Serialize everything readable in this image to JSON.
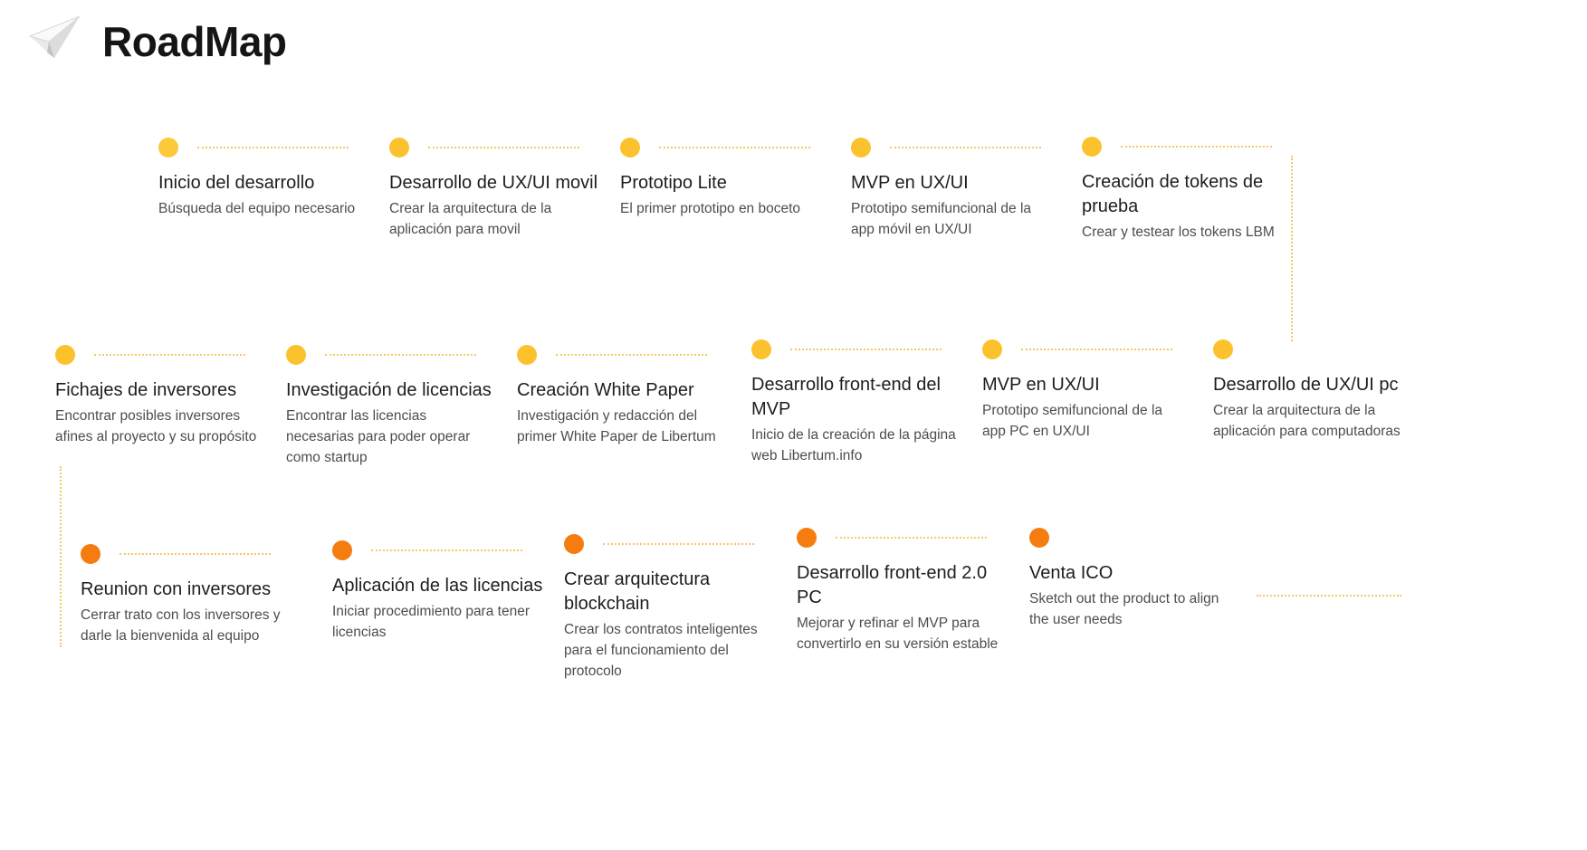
{
  "header": {
    "title": "RoadMap",
    "logo_icon": "paper-plane-icon"
  },
  "colors": {
    "yellow": "#fbc02d",
    "orange": "#f57c0f",
    "connector": "#f7c766"
  },
  "rows": [
    [
      {
        "title": "Inicio del desarrollo",
        "description": "Búsqueda del equipo necesario"
      },
      {
        "title": "Desarrollo de UX/UI movil",
        "description": "Crear la arquitectura de la aplicación para movil"
      },
      {
        "title": "Prototipo Lite",
        "description": "El primer prototipo en boceto"
      },
      {
        "title": "MVP en UX/UI",
        "description": "Prototipo semifuncional de la app móvil en UX/UI"
      },
      {
        "title": "Creación de tokens de prueba",
        "description": "Crear y testear los tokens LBM"
      }
    ],
    [
      {
        "title": "Fichajes de inversores",
        "description": "Encontrar posibles inversores afines al proyecto y su propósito"
      },
      {
        "title": "Investigación de licencias",
        "description": "Encontrar las licencias necesarias para poder operar como startup"
      },
      {
        "title": "Creación White Paper",
        "description": "Investigación y redacción del primer White Paper de Libertum"
      },
      {
        "title": "Desarrollo front-end del MVP",
        "description": "Inicio de la creación de la página web Libertum.info"
      },
      {
        "title": "MVP en UX/UI",
        "description": "Prototipo semifuncional de la app PC en UX/UI"
      },
      {
        "title": "Desarrollo de UX/UI pc",
        "description": "Crear la arquitectura de la aplicación para computadoras"
      }
    ],
    [
      {
        "title": "Reunion con inversores",
        "description": "Cerrar trato con los inversores y darle la bienvenida al equipo"
      },
      {
        "title": "Aplicación de las licencias",
        "description": "Iniciar procedimiento para tener licencias"
      },
      {
        "title": "Crear arquitectura blockchain",
        "description": "Crear los contratos inteligentes para el funcionamiento del protocolo"
      },
      {
        "title": "Desarrollo front-end 2.0 PC",
        "description": "Mejorar y refinar el MVP para convertirlo en su versión estable"
      },
      {
        "title": "Venta ICO",
        "description": "Sketch out the product to align the user needs"
      }
    ]
  ]
}
